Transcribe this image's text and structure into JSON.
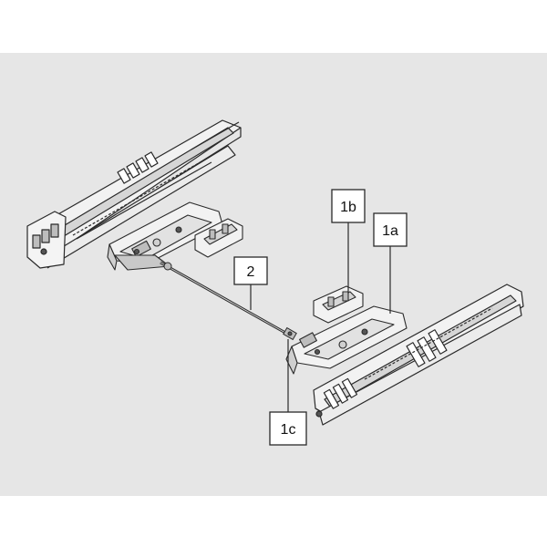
{
  "colors": {
    "panel": "#e6e6e6",
    "page": "#ffffff",
    "line": "#2a2a2a",
    "part_fill": "#f2f2f2",
    "part_shade": "#c9c9c9"
  },
  "callouts": {
    "label_1a": "1a",
    "label_1b": "1b",
    "label_1c": "1c",
    "label_2": "2"
  }
}
